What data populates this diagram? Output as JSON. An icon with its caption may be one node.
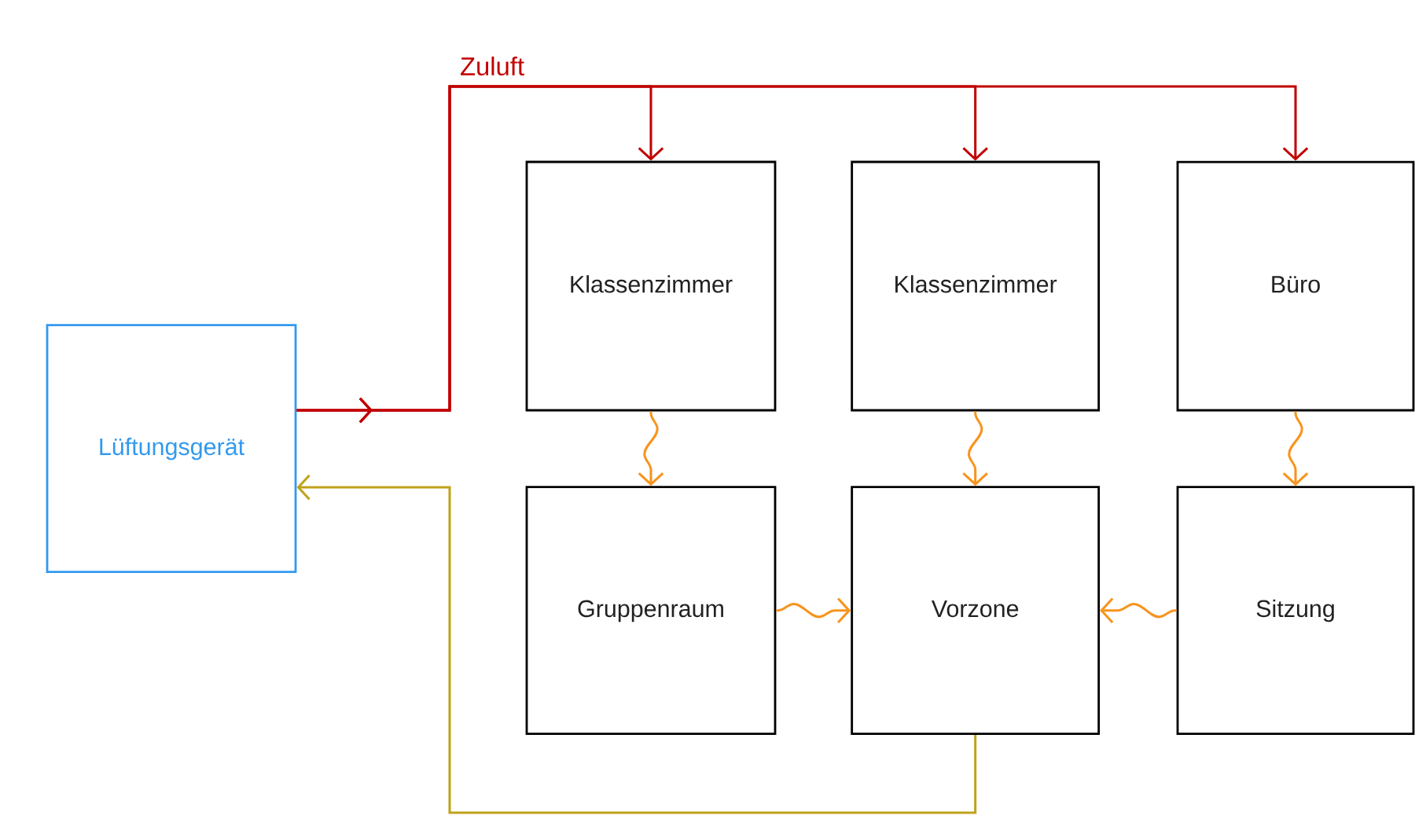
{
  "diagram": {
    "nodes": [
      {
        "text": [
          "Lüftungsgerät"
        ]
      },
      {
        "text": [
          "Klassenzimmer"
        ]
      },
      {
        "text": [
          "Klassenzimmer"
        ]
      },
      {
        "text": [
          "Büro"
        ]
      },
      {
        "text": [
          "Gruppenraum"
        ]
      },
      {
        "text": [
          "Vorzone"
        ]
      },
      {
        "text": [
          "Sitzung"
        ]
      }
    ],
    "edges": [
      {
        "from": 0,
        "to": 1,
        "arrow": "to",
        "label": "Zuluft",
        "color": "#c00000"
      },
      {
        "from": 0,
        "to": 2,
        "arrow": "to",
        "color": "#c00000"
      },
      {
        "from": 0,
        "to": 3,
        "arrow": "to",
        "color": "#c00000"
      },
      {
        "from": 1,
        "to": 4,
        "arrow": "to",
        "color": "#f7941d"
      },
      {
        "from": 2,
        "to": 5,
        "arrow": "to",
        "color": "#f7941d"
      },
      {
        "from": 3,
        "to": 6,
        "arrow": "to",
        "color": "#f7941d"
      },
      {
        "from": 4,
        "to": 5,
        "arrow": "to",
        "color": "#f7941d"
      },
      {
        "from": 6,
        "to": 5,
        "arrow": "to",
        "color": "#f7941d"
      },
      {
        "from": 5,
        "to": 0,
        "arrow": "to",
        "color": "#bfa21a"
      }
    ]
  }
}
